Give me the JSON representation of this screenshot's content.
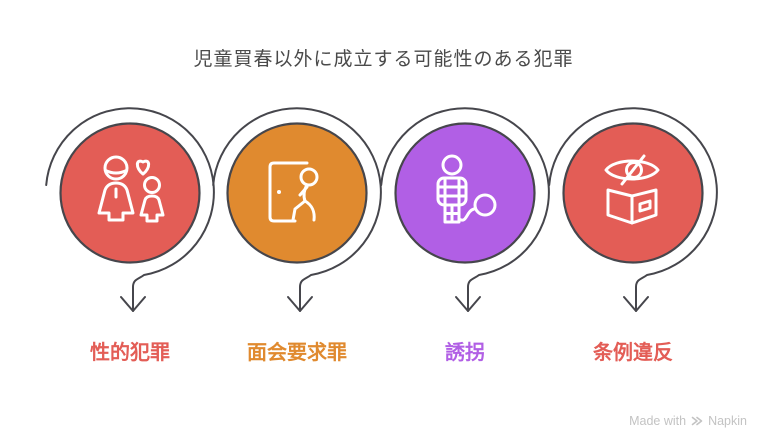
{
  "title": "児童買春以外に成立する可能性のある犯罪",
  "outline_color": "#46464c",
  "background_color": "#ffffff",
  "items": [
    {
      "label": "性的犯罪",
      "circle_color": "#e35d56",
      "label_color": "#e35d56",
      "icon": "family-heart-icon"
    },
    {
      "label": "面会要求罪",
      "circle_color": "#e08a2f",
      "label_color": "#e08a2f",
      "icon": "door-person-icon"
    },
    {
      "label": "誘拐",
      "circle_color": "#b15fe5",
      "label_color": "#b15fe5",
      "icon": "prisoner-ball-chain-icon"
    },
    {
      "label": "条例違反",
      "circle_color": "#e35d56",
      "label_color": "#e35d56",
      "icon": "eye-hidden-box-icon"
    }
  ],
  "watermark": {
    "prefix": "Made with",
    "brand": "Napkin"
  }
}
